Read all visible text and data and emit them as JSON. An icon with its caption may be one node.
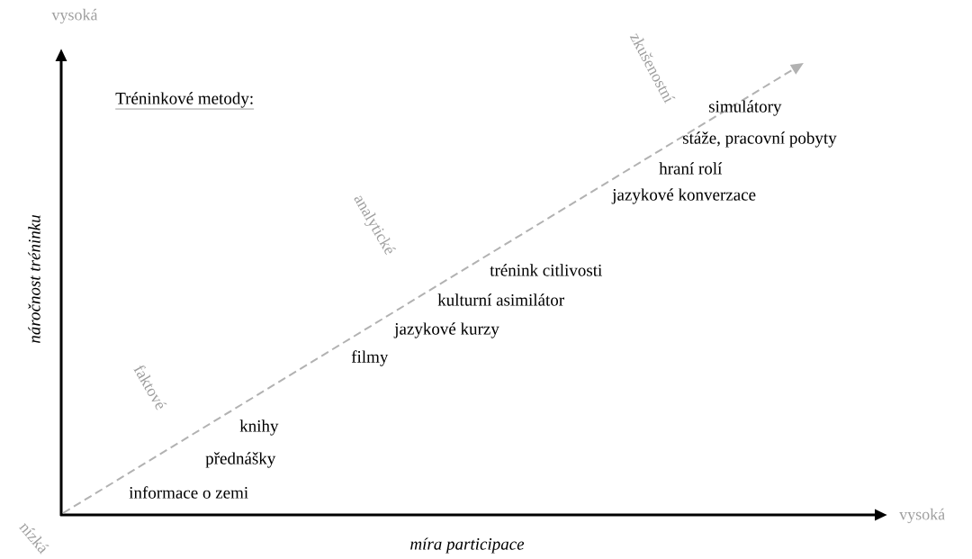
{
  "diagram": {
    "labels": [
      "vysoká",
      "zkušenostní",
      "Tréninkové metody:",
      "simulátory",
      "stáže, pracovní pobyty",
      "hraní rolí",
      "jazykové konverzace",
      "analytické",
      "náročnost tréninku",
      "trénink citlivosti",
      "kulturní asimilátor",
      "jazykové kurzy",
      "filmy",
      "faktové",
      "knihy",
      "přednášky",
      "informace o zemi",
      "vysoká",
      "nízká",
      "míra participace"
    ]
  }
}
